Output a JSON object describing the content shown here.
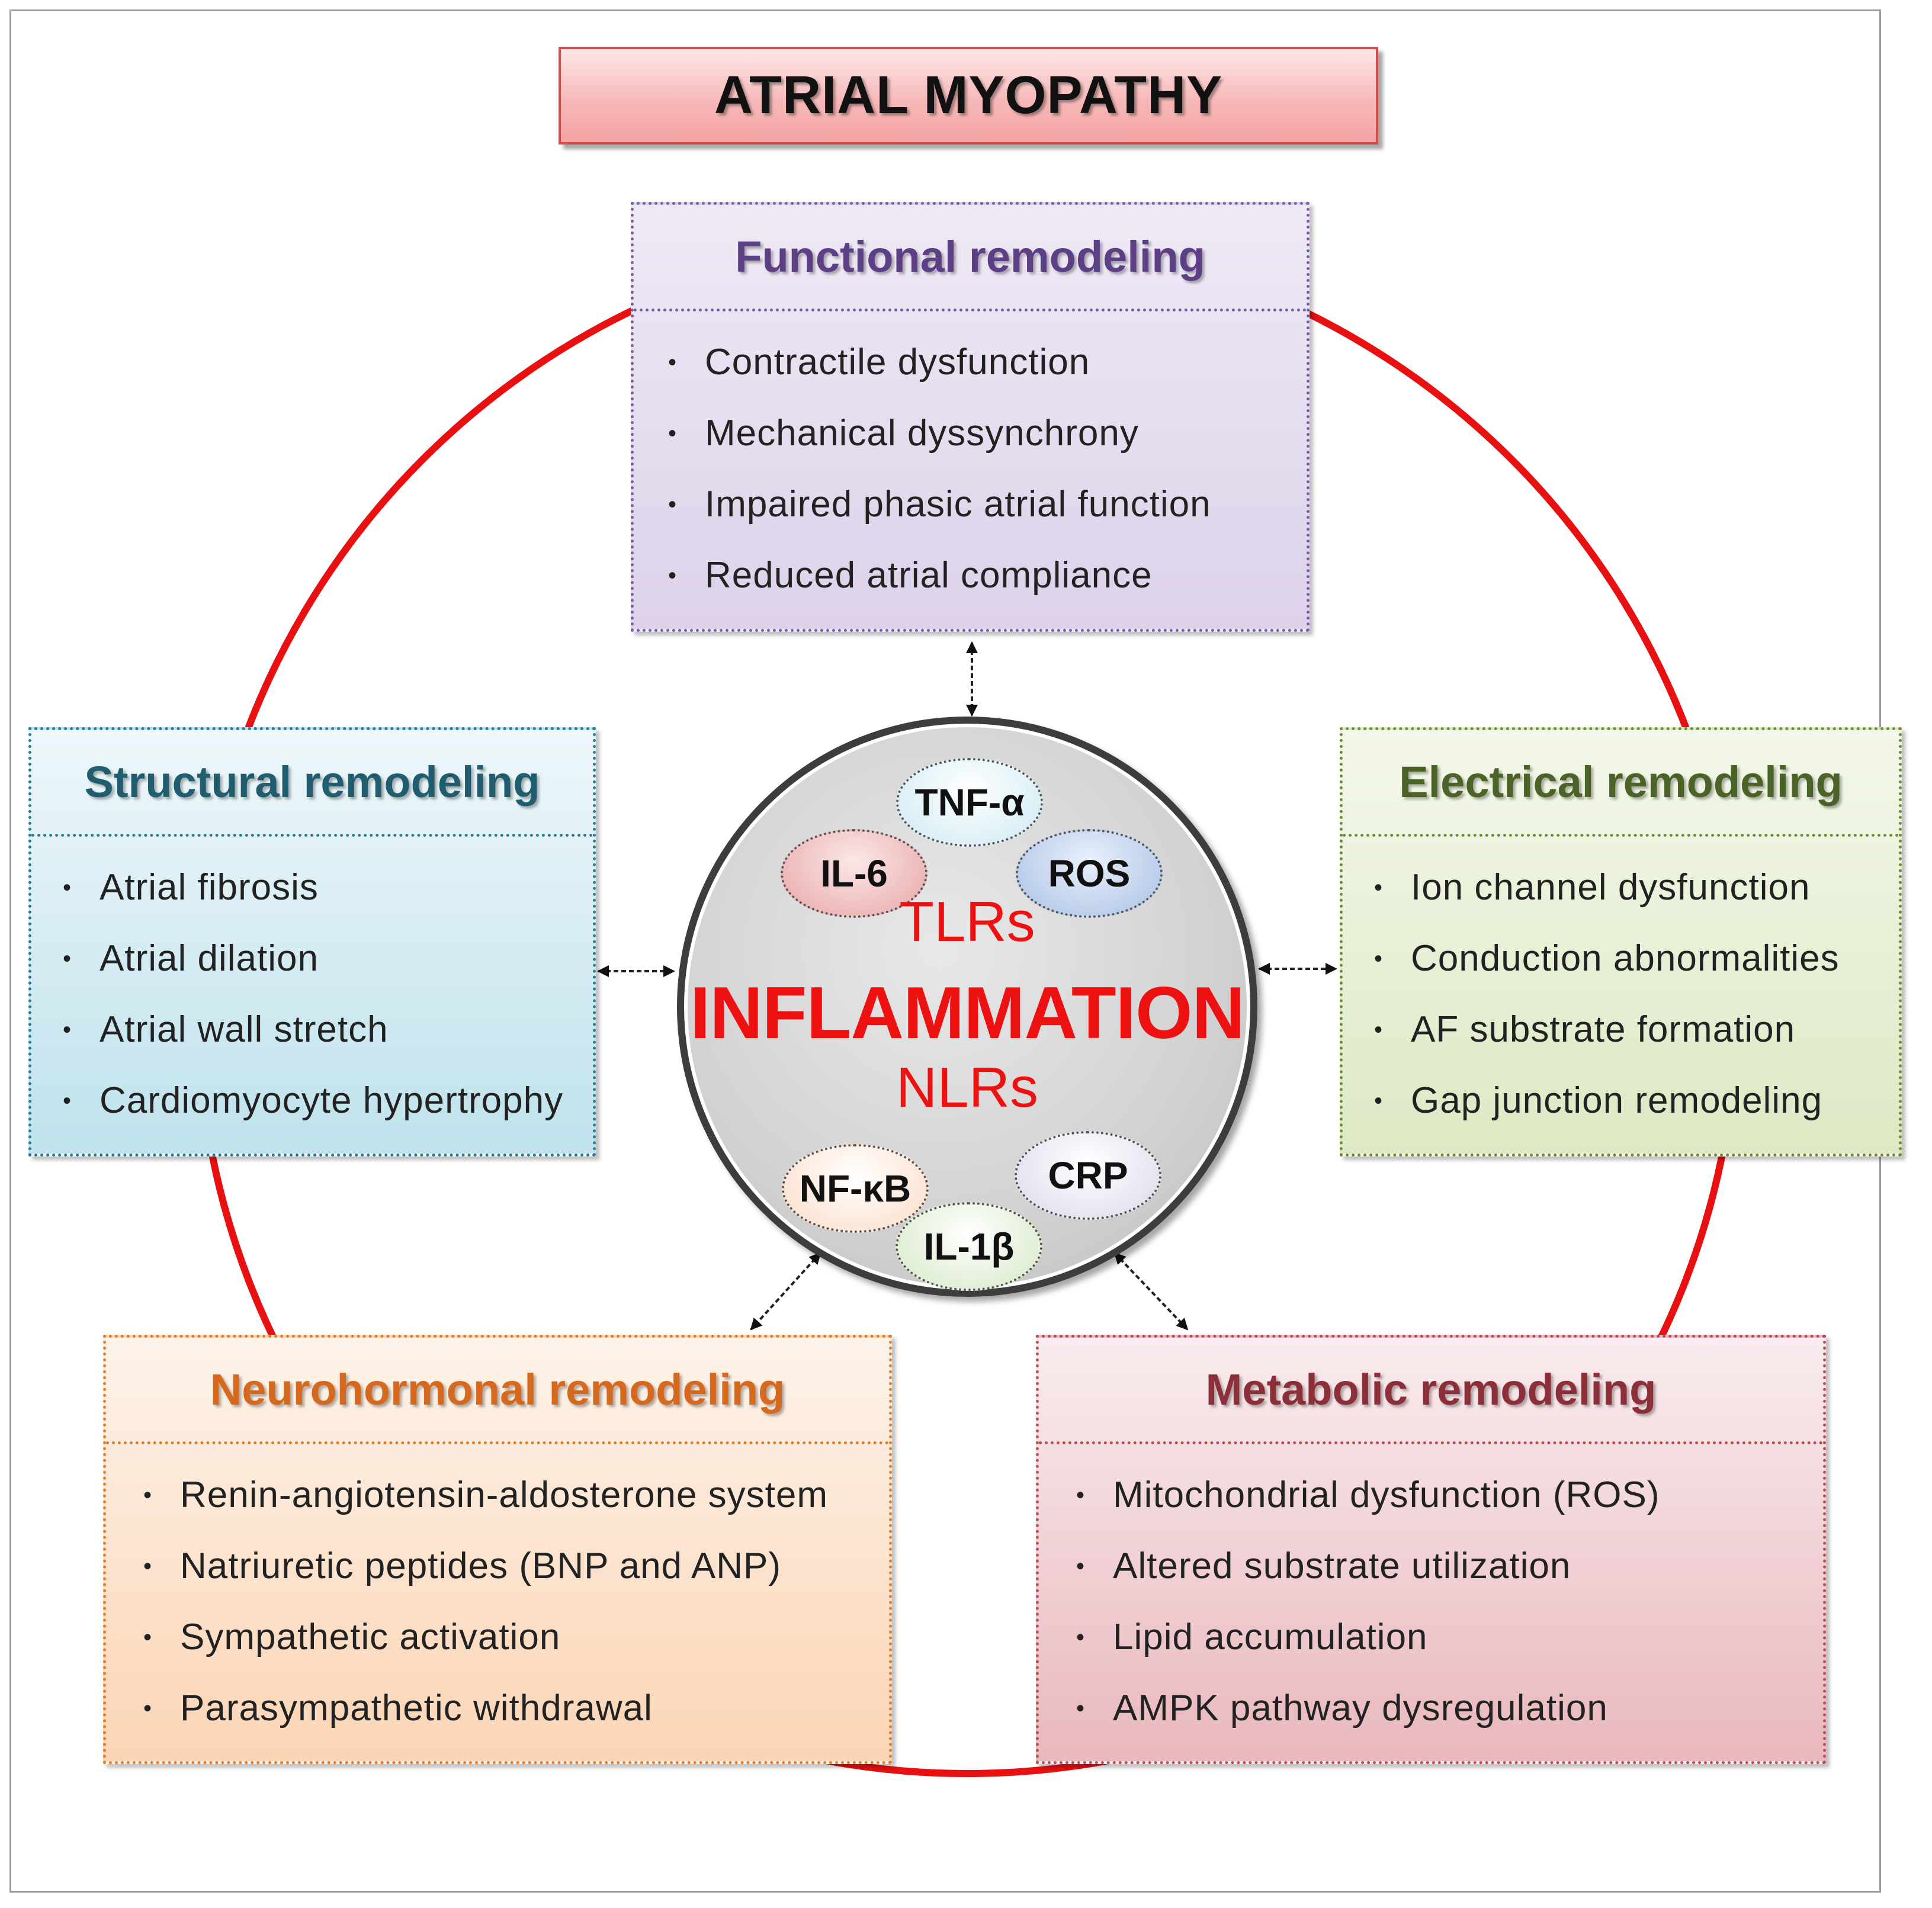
{
  "title": "ATRIAL MYOPATHY",
  "center": {
    "top_label": "TLRs",
    "main_label": "INFLAMMATION",
    "bottom_label": "NLRs",
    "mediators": [
      "TNF-α",
      "IL-6",
      "ROS",
      "NF-κB",
      "CRP",
      "IL-1β"
    ]
  },
  "panels": {
    "functional": {
      "title": "Functional remodeling",
      "items": [
        "Contractile dysfunction",
        "Mechanical dyssynchrony",
        "Impaired phasic atrial function",
        "Reduced atrial compliance"
      ]
    },
    "structural": {
      "title": "Structural remodeling",
      "items": [
        "Atrial fibrosis",
        "Atrial dilation",
        "Atrial wall stretch",
        "Cardiomyocyte hypertrophy"
      ]
    },
    "electrical": {
      "title": "Electrical remodeling",
      "items": [
        "Ion channel dysfunction",
        "Conduction abnormalities",
        "AF substrate formation",
        "Gap junction remodeling"
      ]
    },
    "neurohormonal": {
      "title": "Neurohormonal remodeling",
      "items": [
        "Renin-angiotensin-aldosterone system",
        "Natriuretic peptides (BNP and ANP)",
        "Sympathetic activation",
        "Parasympathetic withdrawal"
      ]
    },
    "metabolic": {
      "title": "Metabolic remodeling",
      "items": [
        "Mitochondrial dysfunction (ROS)",
        "Altered substrate utilization",
        "Lipid accumulation",
        "AMPK pathway dysregulation"
      ]
    }
  },
  "colors": {
    "cycle_ring": "#e81010",
    "inflammation_text": "#ee1111",
    "functional": "#7b5ca8",
    "structural": "#2c7b92",
    "electrical": "#6f8b3a",
    "neurohormonal": "#e07b2a",
    "metabolic": "#b84c57"
  }
}
